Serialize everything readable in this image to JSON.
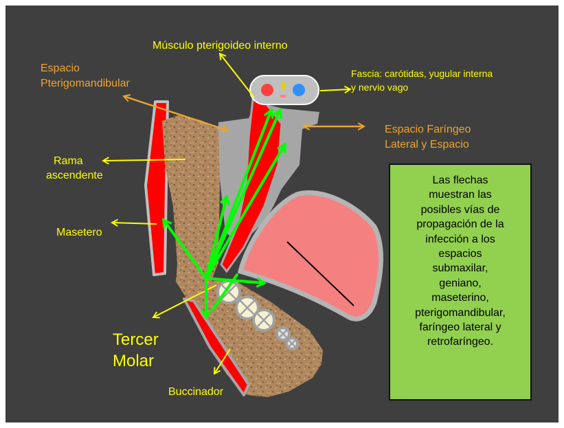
{
  "labels": {
    "pterigoideo_interno": "Músculo pterigoideo interno",
    "espacio_pterigomandibular_1": "Espacio",
    "espacio_pterigomandibular_2": "Pterigomandibular",
    "fascia_1": "Fascia: carótidas, yugular interna",
    "fascia_2": "y nervio  vago",
    "espacio_faringeo_1": "Espacio Faríngeo",
    "espacio_faringeo_2": "Lateral y Espacio",
    "rama_1": "Rama",
    "rama_2": "ascendente",
    "masetero": "Masetero",
    "tercer_molar_1": "Tercer",
    "tercer_molar_2": "Molar",
    "buccinador": "Buccinador"
  },
  "note": {
    "lines": [
      "Las flechas",
      "muestran las",
      "posibles vías de",
      "propagación de la",
      "infección a los",
      "espacios",
      "submaxilar,",
      "geniano,",
      "maseterino,",
      "pterigomandibular,",
      "faríngeo lateral y",
      "retrofaríngeo."
    ]
  },
  "colors": {
    "background": "#3f3f3f",
    "label_orange": "#f0a42a",
    "label_yellow": "#ffff00",
    "infection_arrows": "#00ff00",
    "muscle": "#ff0000",
    "tongue": "#f58080",
    "note_box": "#92d050",
    "bone": "#b08860",
    "fascia_tissue": "#a6a6a6"
  }
}
